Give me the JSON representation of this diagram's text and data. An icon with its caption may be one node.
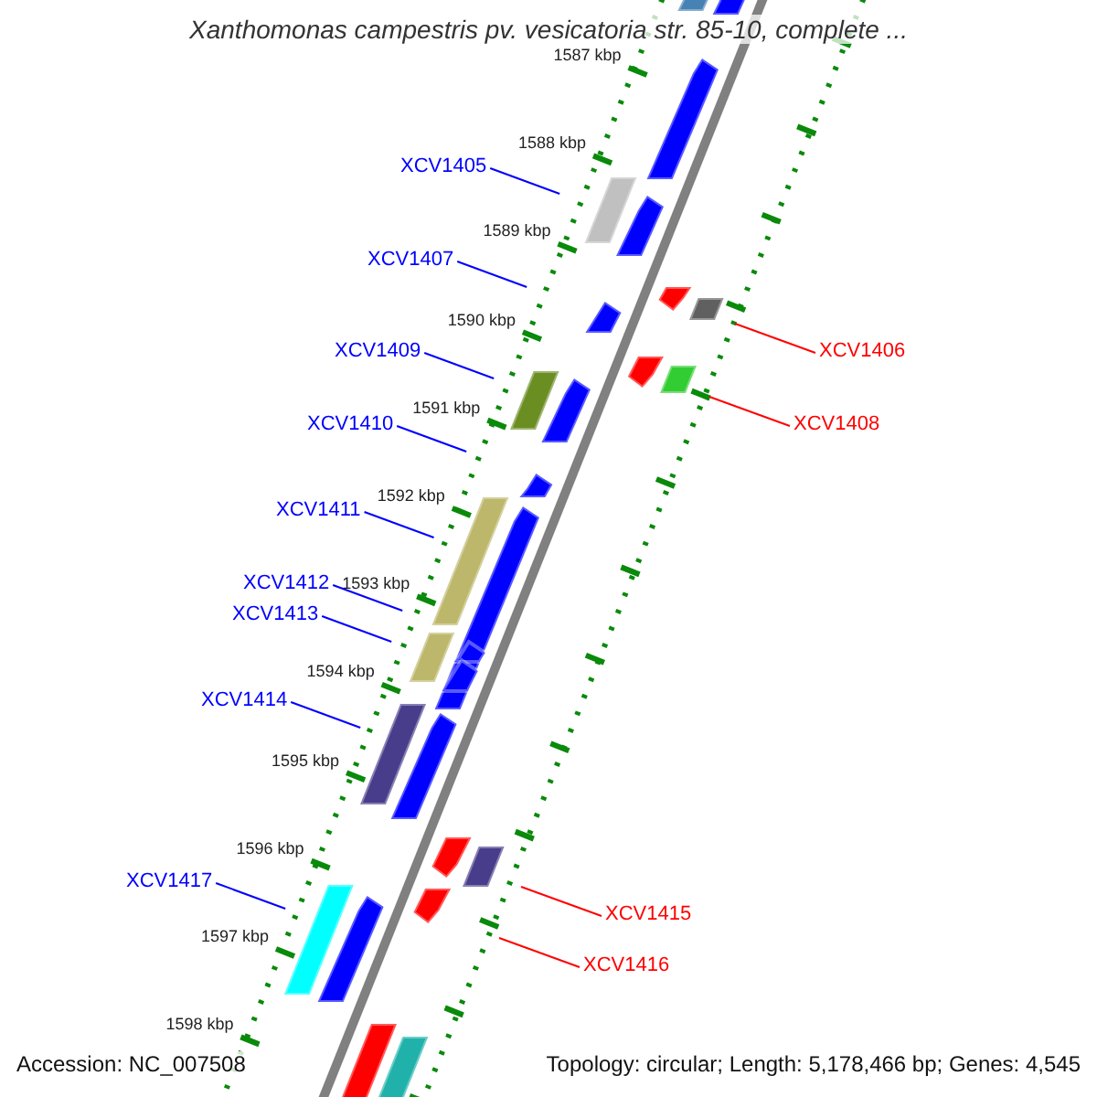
{
  "diagram": {
    "title": "Xanthomonas campestris pv. vesicatoria str. 85-10, complete ...",
    "nodes": [
      {
        "text": [
          "XCV1405"
        ]
      },
      {
        "text": [
          "XCV1407"
        ]
      },
      {
        "text": [
          "XCV1409"
        ]
      },
      {
        "text": [
          "XCV1410"
        ]
      },
      {
        "text": [
          "XCV1411"
        ]
      },
      {
        "text": [
          "XCV1412"
        ]
      },
      {
        "text": [
          "XCV1413"
        ]
      },
      {
        "text": [
          "XCV1414"
        ]
      },
      {
        "text": [
          "XCV1417"
        ]
      },
      {
        "text": [
          "XCV1406"
        ]
      },
      {
        "text": [
          "XCV1408"
        ]
      },
      {
        "text": [
          "XCV1415"
        ]
      },
      {
        "text": [
          "XCV1416"
        ]
      }
    ],
    "edges": [
      {
        "from": 0,
        "to": null,
        "arrow": "none"
      },
      {
        "from": 1,
        "to": null,
        "arrow": "none"
      },
      {
        "from": 2,
        "to": null,
        "arrow": "none"
      },
      {
        "from": 3,
        "to": null,
        "arrow": "none"
      },
      {
        "from": 4,
        "to": null,
        "arrow": "none"
      },
      {
        "from": 5,
        "to": null,
        "arrow": "none"
      },
      {
        "from": 6,
        "to": null,
        "arrow": "none"
      },
      {
        "from": 7,
        "to": null,
        "arrow": "none"
      },
      {
        "from": 8,
        "to": null,
        "arrow": "none"
      },
      {
        "from": 9,
        "to": null,
        "arrow": "none",
        "color": "#ff0000"
      },
      {
        "from": 10,
        "to": null,
        "arrow": "none",
        "color": "#ff0000"
      },
      {
        "from": 11,
        "to": null,
        "arrow": "none",
        "color": "#ff0000"
      },
      {
        "from": 12,
        "to": null,
        "arrow": "none",
        "color": "#ff0000"
      }
    ],
    "labels": [
      "1587 kbp",
      "1588 kbp",
      "1589 kbp",
      "1590 kbp",
      "1591 kbp",
      "1592 kbp",
      "1593 kbp",
      "1594 kbp",
      "1595 kbp",
      "1596 kbp",
      "1597 kbp",
      "1598 kbp",
      "Accession: NC_007508",
      "Topology: circular; Length: 5,178,466 bp; Genes: 4,545"
    ]
  }
}
